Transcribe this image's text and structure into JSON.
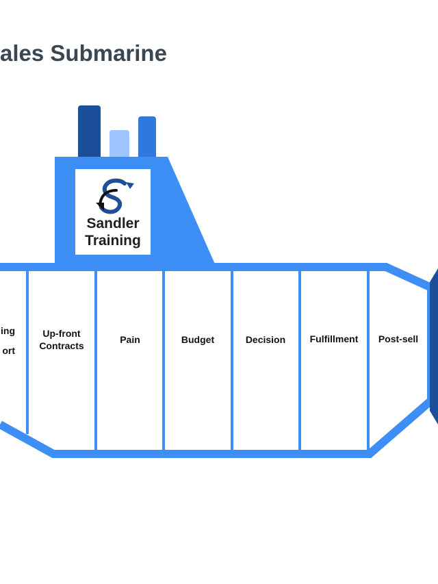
{
  "title": "ales Submarine",
  "colors": {
    "hull_outline": "#3d8ef5",
    "hull_fill": "#ffffff",
    "tower_fill": "#3d8ef5",
    "periscope_dark": "#1c4f9a",
    "periscope_light": "#9ec5ff",
    "periscope_mid": "#2f78dc",
    "propeller": "#1c4f9a",
    "logo_dark_blue": "#1f4f95",
    "logo_black": "#111111"
  },
  "logo": {
    "line1": "Sandler",
    "line2": "Training",
    "icon": "sandler-s-arrow-icon"
  },
  "stages": [
    {
      "line1": "ing",
      "line2": "ort"
    },
    {
      "line1": "Up-front",
      "line2": "Contracts"
    },
    {
      "line1": "Pain",
      "line2": ""
    },
    {
      "line1": "Budget",
      "line2": ""
    },
    {
      "line1": "Decision",
      "line2": ""
    },
    {
      "line1": "Fulfillment",
      "line2": ""
    },
    {
      "line1": "Post-sell",
      "line2": ""
    }
  ]
}
